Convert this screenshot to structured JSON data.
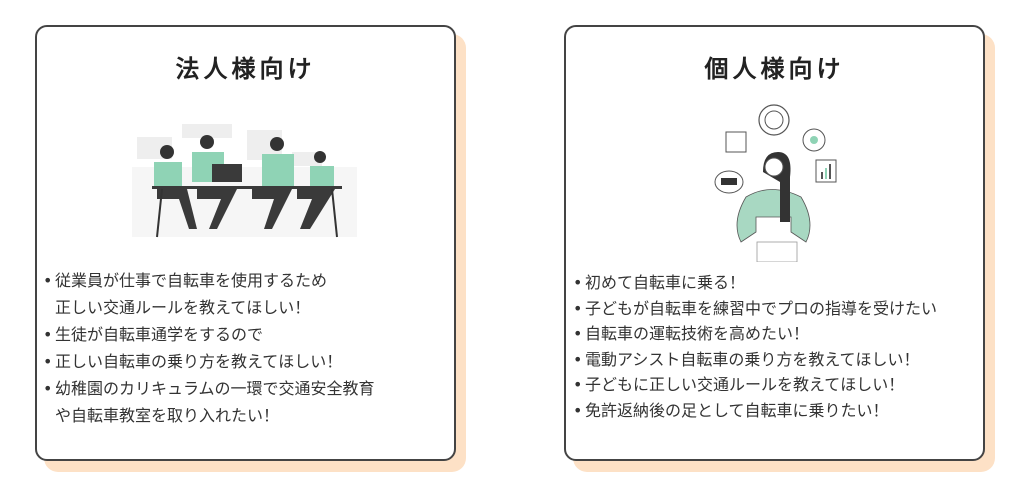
{
  "corporate": {
    "title": "法人様向け",
    "items": [
      {
        "lines": [
          "従業員が仕事で自転車を使用するため",
          "正しい交通ルールを教えてほしい！"
        ]
      },
      {
        "lines": [
          "生徒が自転車通学をするので"
        ]
      },
      {
        "lines": [
          "正しい自転車の乗り方を教えてほしい！"
        ]
      },
      {
        "lines": [
          "幼稚園のカリキュラムの一環で交通安全教育",
          "や自転車教室を取り入れたい！"
        ]
      }
    ],
    "illustration_icon": "team-meeting-illustration"
  },
  "individual": {
    "title": "個人様向け",
    "items": [
      {
        "lines": [
          "初めて自転車に乗る！"
        ]
      },
      {
        "lines": [
          "子どもが自転車を練習中でプロの指導を受けたい"
        ]
      },
      {
        "lines": [
          "自転車の運転技術を高めたい！"
        ]
      },
      {
        "lines": [
          "電動アシスト自転車の乗り方を教えてほしい！"
        ]
      },
      {
        "lines": [
          "子どもに正しい交通ルールを教えてほしい！"
        ]
      },
      {
        "lines": [
          "免許返納後の足として自転車に乗りたい！"
        ]
      }
    ],
    "illustration_icon": "person-with-icons-illustration"
  },
  "bullet": "•",
  "colors": {
    "accent": "#8fd3b5",
    "shadow": "#fde1c6",
    "border": "#444444",
    "dark": "#3a3a3a"
  }
}
